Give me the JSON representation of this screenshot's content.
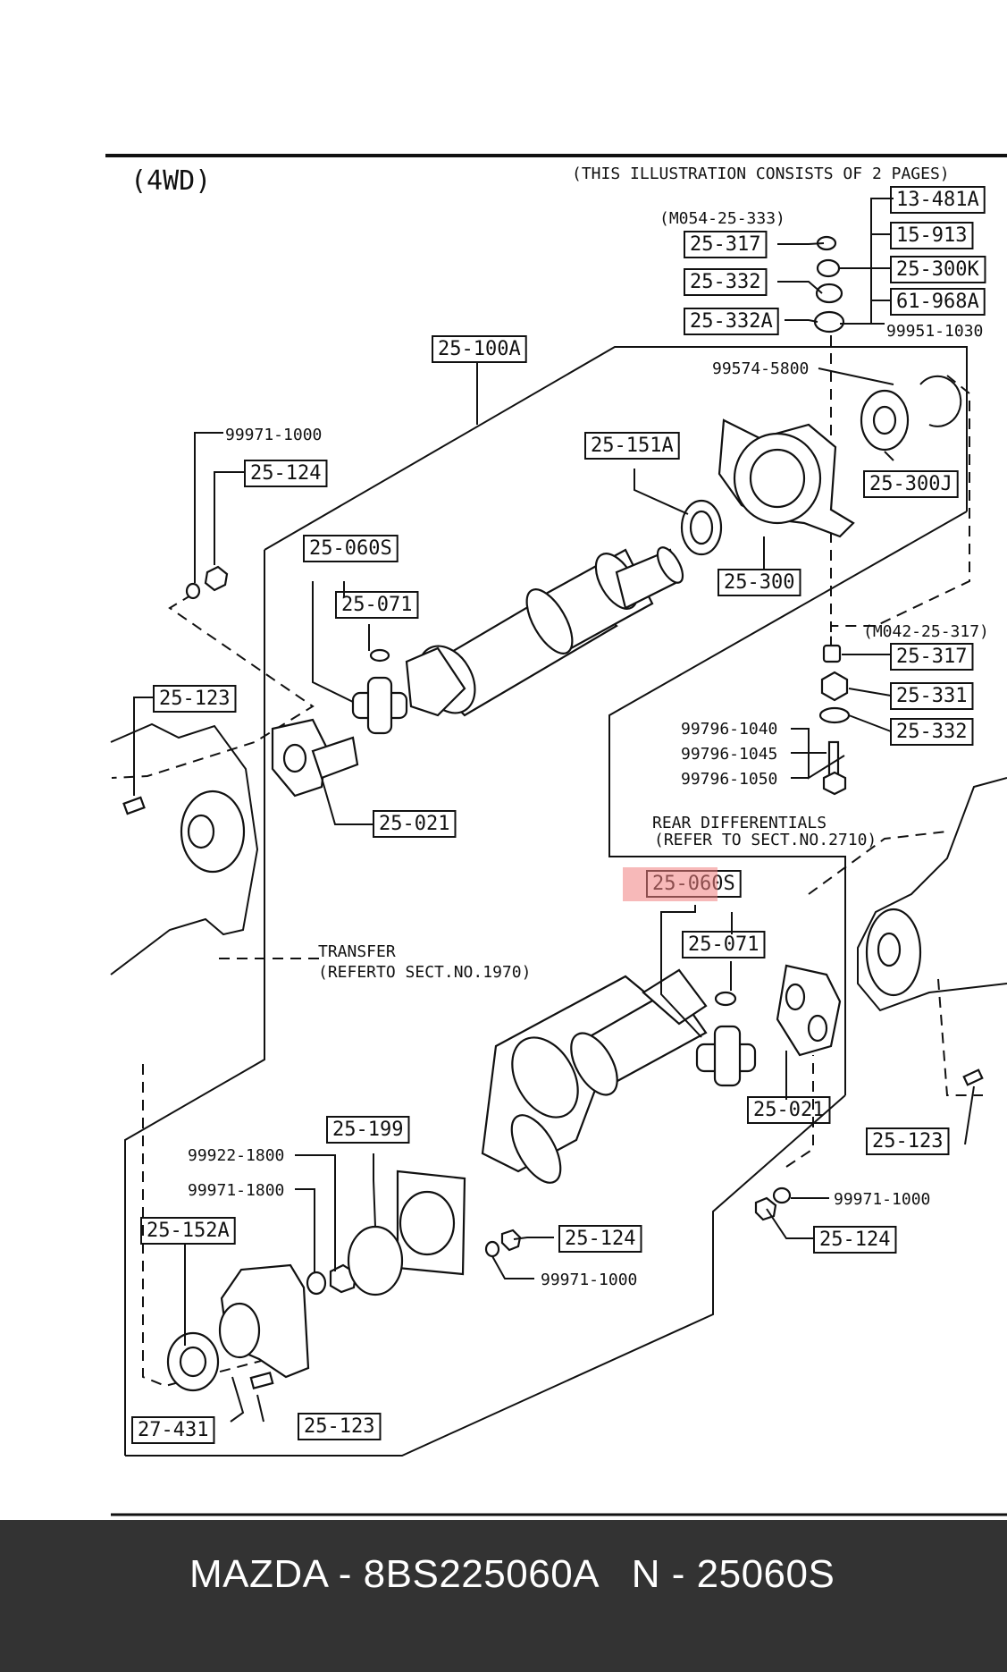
{
  "diagram": {
    "variant": "(4WD)",
    "note": "(THIS ILLUSTRATION CONSISTS OF  2 PAGES)",
    "refs": {
      "m054": "(M054-25-333)",
      "m042": "(M042-25-317)"
    },
    "callouts": {
      "p13_481a": "13-481A",
      "p15_913": "15-913",
      "p25_300k": "25-300K",
      "p61_968a": "61-968A",
      "p99951_1030": "99951-1030",
      "p25_317_top": "25-317",
      "p25_332_top": "25-332",
      "p25_332a": "25-332A",
      "p25_100a": "25-100A",
      "p99574_5800": "99574-5800",
      "p99971_1000_a": "99971-1000",
      "p25_124_a": "25-124",
      "p25_151a": "25-151A",
      "p25_300j": "25-300J",
      "p25_060s_a": "25-060S",
      "p25_071_a": "25-071",
      "p25_300": "25-300",
      "p25_123_a": "25-123",
      "p25_021_a": "25-021",
      "p25_317_mid": "25-317",
      "p25_331": "25-331",
      "p25_332_mid": "25-332",
      "p99796_1040": "99796-1040",
      "p99796_1045": "99796-1045",
      "p99796_1050": "99796-1050",
      "rear_diff_1": "REAR DIFFERENTIALS",
      "rear_diff_2": "(REFER TO SECT.NO.2710)",
      "p25_060s_b": "25-060S",
      "p25_071_b": "25-071",
      "transfer_1": "TRANSFER",
      "transfer_2": "(REFERTO SECT.NO.1970)",
      "p25_199": "25-199",
      "p99922_1800": "99922-1800",
      "p99971_1800": "99971-1800",
      "p25_021_b": "25-021",
      "p25_123_b": "25-123",
      "p99971_1000_b": "99971-1000",
      "p25_124_b": "25-124",
      "p25_152a": "25-152A",
      "p25_124_c": "25-124",
      "p99971_1000_c": "99971-1000",
      "p27_431": "27-431",
      "p25_123_c": "25-123"
    },
    "highlight_color": "#f08080"
  },
  "footer": {
    "caption": "MAZDA - 8BS225060A   N - 25060S"
  }
}
